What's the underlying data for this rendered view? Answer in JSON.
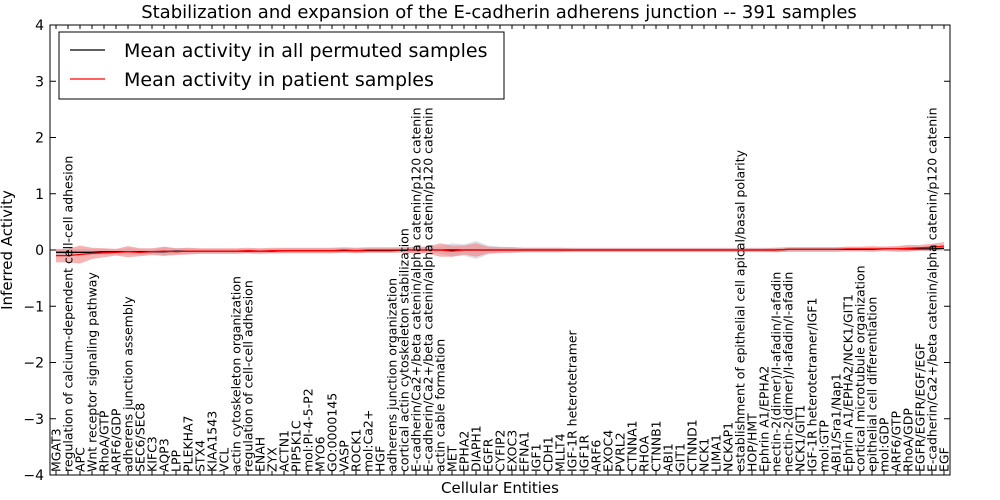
{
  "chart_data": {
    "type": "line",
    "title": "Stabilization and expansion of the E-cadherin adherens junction -- 391 samples",
    "xlabel": "Cellular Entities",
    "ylabel": "Inferred Activity",
    "ylim": [
      -4,
      4
    ],
    "yticks": [
      "−4",
      "−3",
      "−2",
      "−1",
      "0",
      "1",
      "2",
      "3",
      "4"
    ],
    "grid": false,
    "legend_position": "top-left",
    "colors": {
      "permuted": "#000000",
      "patient": "#ff0000",
      "patient_band": "#f08080",
      "permuted_band": "#c8c8d8"
    },
    "categories": [
      "MGAT3",
      "regulation of calcium-dependent cell-cell adhesion",
      "APC",
      "Wnt receptor signaling pathway",
      "RhoA/GTP",
      "ARF6/GDP",
      "adherens junction assembly",
      "SEC6/SEC8",
      "KIFC3",
      "AQP3",
      "LPP",
      "PLEKHA7",
      "STX4",
      "KIAA1543",
      "VCL",
      "actin cytoskeleton organization",
      "regulation of cell-cell adhesion",
      "ENAH",
      "ZYX",
      "ACTN1",
      "PIP5K1C",
      "mol:PI-4-5-P2",
      "MYO6",
      "GO:0000145",
      "VASP",
      "ROCK1",
      "mol:Ca2+",
      "HGF",
      "adherens junction organization",
      "cortical actin cytoskeleton stabilization",
      "E-cadherin/Ca2+/beta catenin/alpha catenin/p120 catenin",
      "E-cadherin/Ca2+/beta catenin/alpha catenin/p120 catenin",
      "actin cable formation",
      "MET",
      "EPHA2",
      "DIAPH1",
      "EGFR",
      "CYFIP2",
      "EXOC3",
      "EFNA1",
      "IGF1",
      "CDH1",
      "MLLT4",
      "IGF-1R heterotetramer",
      "IGF1R",
      "ARF6",
      "EXOC4",
      "PVRL2",
      "CTNNA1",
      "RHOA",
      "CTNNB1",
      "ABI1",
      "GIT1",
      "CTNND1",
      "NCK1",
      "LIMA1",
      "NCKAP1",
      "establishment of epithelial cell apical/basal polarity",
      "HOP/HMT",
      "Ephrin A1/EPHA2",
      "nectin-2(dimer)/I-afadin/I-afadin",
      "nectin-2(dimer)/I-afadin/I-afadin",
      "NCK1/GIT1",
      "IGF-1R heterotetramer/IGF1",
      "mol:GTP",
      "ABI1/Sra1/Nap1",
      "Ephrin A1/EPHA2/NCK1/GIT1",
      "cortical microtubule organization",
      "epithelial cell differentiation",
      "mol:GDP",
      "ARF6/GTP",
      "RhoA/GDP",
      "EGFR/EGFR/EGF/EGF",
      "E-cadherin/Ca2+/beta catenin/alpha catenin/p120 catenin",
      "EGF"
    ],
    "series": [
      {
        "name": "Mean activity in all permuted samples",
        "values": [
          -0.04,
          -0.04,
          -0.04,
          -0.04,
          -0.03,
          -0.03,
          -0.03,
          -0.03,
          -0.03,
          -0.03,
          -0.02,
          -0.02,
          -0.02,
          -0.02,
          -0.02,
          -0.02,
          -0.02,
          -0.02,
          -0.02,
          -0.01,
          -0.01,
          -0.01,
          -0.01,
          -0.01,
          -0.01,
          -0.01,
          -0.01,
          -0.01,
          -0.01,
          0.0,
          0.0,
          0.0,
          0.0,
          0.0,
          0.0,
          0.0,
          0.0,
          0.0,
          0.0,
          0.0,
          0.0,
          0.0,
          0.0,
          0.0,
          0.0,
          0.0,
          0.0,
          0.0,
          0.0,
          0.0,
          0.0,
          0.0,
          0.0,
          0.0,
          0.0,
          0.0,
          0.0,
          0.0,
          0.0,
          0.0,
          0.0,
          0.01,
          0.01,
          0.01,
          0.01,
          0.01,
          0.01,
          0.01,
          0.01,
          0.02,
          0.02,
          0.02,
          0.02,
          0.02,
          0.03
        ]
      },
      {
        "name": "Mean activity in patient samples",
        "values": [
          -0.1,
          -0.1,
          -0.08,
          -0.06,
          -0.05,
          -0.04,
          -0.03,
          -0.04,
          -0.03,
          -0.02,
          -0.03,
          -0.02,
          -0.02,
          -0.02,
          -0.02,
          -0.02,
          -0.01,
          -0.02,
          -0.01,
          -0.01,
          -0.01,
          -0.01,
          -0.01,
          -0.01,
          0.0,
          -0.01,
          0.0,
          0.0,
          0.0,
          0.0,
          0.0,
          0.0,
          0.0,
          -0.02,
          0.0,
          0.0,
          0.0,
          0.0,
          0.0,
          0.0,
          0.0,
          0.0,
          0.0,
          0.0,
          0.0,
          0.0,
          0.0,
          0.0,
          0.0,
          0.0,
          0.0,
          0.0,
          0.0,
          0.0,
          0.0,
          0.0,
          0.0,
          0.0,
          0.0,
          0.0,
          0.0,
          0.01,
          0.01,
          0.01,
          0.01,
          0.01,
          0.02,
          0.02,
          0.02,
          0.02,
          0.02,
          0.03,
          0.04,
          0.05,
          0.07
        ]
      }
    ],
    "patient_band": [
      0.12,
      0.12,
      0.16,
      0.1,
      0.08,
      0.06,
      0.1,
      0.07,
      0.06,
      0.08,
      0.06,
      0.06,
      0.05,
      0.05,
      0.05,
      0.05,
      0.05,
      0.05,
      0.05,
      0.05,
      0.05,
      0.05,
      0.05,
      0.05,
      0.05,
      0.05,
      0.05,
      0.05,
      0.05,
      0.05,
      0.06,
      0.06,
      0.12,
      0.1,
      0.08,
      0.12,
      0.06,
      0.05,
      0.05,
      0.04,
      0.04,
      0.04,
      0.04,
      0.03,
      0.03,
      0.03,
      0.03,
      0.03,
      0.03,
      0.03,
      0.03,
      0.03,
      0.03,
      0.03,
      0.03,
      0.03,
      0.03,
      0.03,
      0.03,
      0.03,
      0.04,
      0.04,
      0.04,
      0.04,
      0.04,
      0.04,
      0.04,
      0.04,
      0.05,
      0.04,
      0.05,
      0.06,
      0.05,
      0.06,
      0.07
    ],
    "permuted_band": [
      0.05,
      0.05,
      0.06,
      0.05,
      0.05,
      0.04,
      0.06,
      0.05,
      0.04,
      0.08,
      0.05,
      0.05,
      0.04,
      0.04,
      0.04,
      0.04,
      0.04,
      0.04,
      0.04,
      0.04,
      0.04,
      0.04,
      0.04,
      0.04,
      0.04,
      0.04,
      0.04,
      0.04,
      0.04,
      0.04,
      0.05,
      0.05,
      0.06,
      0.12,
      0.1,
      0.16,
      0.08,
      0.06,
      0.05,
      0.04,
      0.04,
      0.04,
      0.04,
      0.04,
      0.04,
      0.04,
      0.04,
      0.04,
      0.04,
      0.04,
      0.04,
      0.04,
      0.04,
      0.04,
      0.04,
      0.04,
      0.04,
      0.04,
      0.04,
      0.04,
      0.04,
      0.04,
      0.04,
      0.04,
      0.04,
      0.04,
      0.04,
      0.04,
      0.04,
      0.04,
      0.04,
      0.04,
      0.04,
      0.04,
      0.04
    ]
  }
}
